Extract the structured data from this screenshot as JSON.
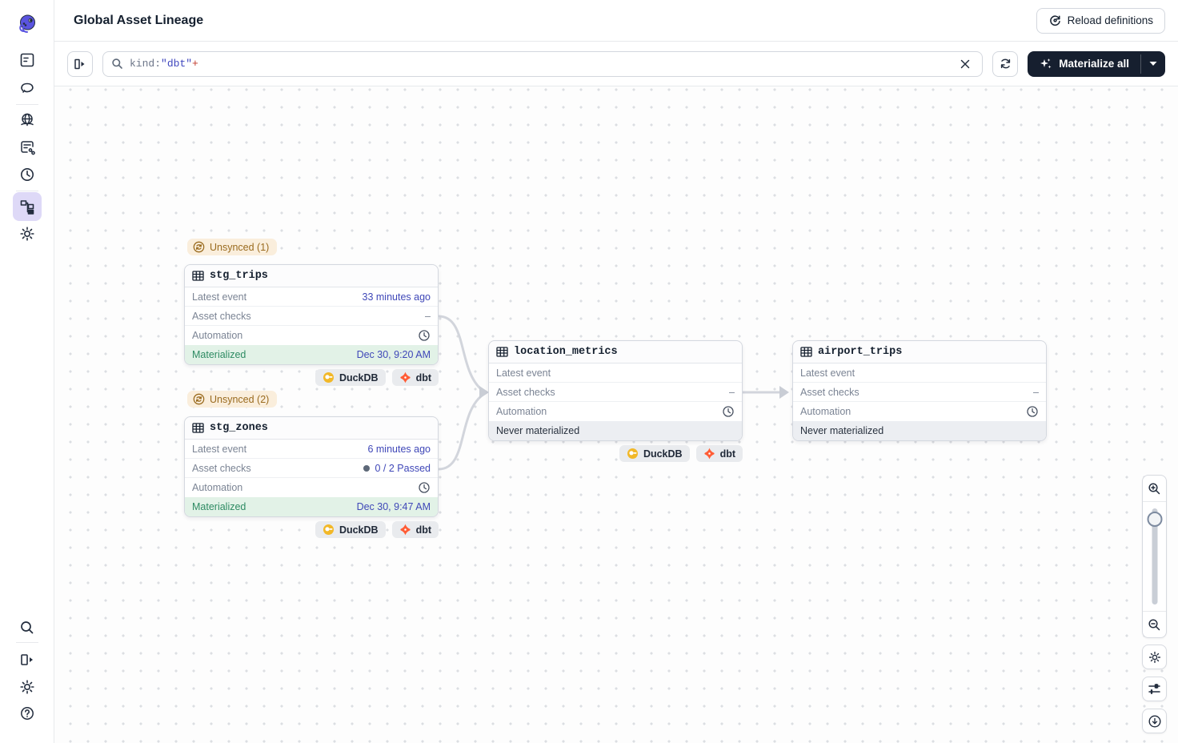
{
  "header": {
    "title": "Global Asset Lineage",
    "reload_button_label": "Reload definitions"
  },
  "toolbar": {
    "search_query": {
      "prefix": "kind:",
      "value": "\"dbt\"",
      "suffix": "+"
    },
    "materialize_all_label": "Materialize all"
  },
  "graph": {
    "nodes": [
      {
        "name": "stg_trips",
        "badge": "Unsynced (1)",
        "latest_event_label": "Latest event",
        "latest_event_value": "33 minutes ago",
        "asset_checks_label": "Asset checks",
        "asset_checks_value": "–",
        "automation_label": "Automation",
        "footer_label": "Materialized",
        "footer_value": "Dec 30, 9:20 AM",
        "tags": [
          {
            "label": "DuckDB"
          },
          {
            "label": "dbt"
          }
        ]
      },
      {
        "name": "stg_zones",
        "badge": "Unsynced (2)",
        "latest_event_label": "Latest event",
        "latest_event_value": "6 minutes ago",
        "asset_checks_label": "Asset checks",
        "asset_checks_value": "0 / 2 Passed",
        "automation_label": "Automation",
        "footer_label": "Materialized",
        "footer_value": "Dec 30, 9:47 AM",
        "tags": [
          {
            "label": "DuckDB"
          },
          {
            "label": "dbt"
          }
        ]
      },
      {
        "name": "location_metrics",
        "latest_event_label": "Latest event",
        "latest_event_value": "",
        "asset_checks_label": "Asset checks",
        "asset_checks_value": "–",
        "automation_label": "Automation",
        "footer_label": "Never materialized",
        "tags": [
          {
            "label": "DuckDB"
          },
          {
            "label": "dbt"
          }
        ]
      },
      {
        "name": "airport_trips",
        "latest_event_label": "Latest event",
        "latest_event_value": "",
        "asset_checks_label": "Asset checks",
        "asset_checks_value": "–",
        "automation_label": "Automation",
        "footer_label": "Never materialized"
      }
    ]
  },
  "icons": {
    "sidebar": [
      "octopus-logo",
      "overview-icon",
      "runs-icon",
      "deployment-globe-icon",
      "jobs-icon",
      "schedules-clock-icon",
      "lineage-icon",
      "settings-gear-icon",
      "search-icon",
      "expand-panel-icon",
      "gear-icon",
      "help-icon"
    ],
    "toolbar": [
      "toggle-sidebar-icon",
      "search-icon",
      "clear-x-icon",
      "refresh-icon",
      "sparkle-icon",
      "caret-down-icon",
      "reload-icon"
    ],
    "node": [
      "table-icon",
      "clock-icon",
      "sync-icon",
      "duckdb-icon",
      "dbt-icon"
    ],
    "map_controls": [
      "zoom-in-icon",
      "zoom-out-icon",
      "gear-icon",
      "filter-sliders-icon",
      "recenter-icon"
    ]
  },
  "colors": {
    "accent_purple_bg": "#ded9f7",
    "link_indigo": "#3f47b8",
    "materialized_green": "#2e8b63",
    "materialized_bg": "#e2f2e7",
    "unsynced_text": "#9a6b1f",
    "unsynced_bg": "#faeedc",
    "duckdb_yellow": "#f2b828",
    "dbt_orange": "#ff5c35",
    "dark_button": "#161f2f"
  }
}
